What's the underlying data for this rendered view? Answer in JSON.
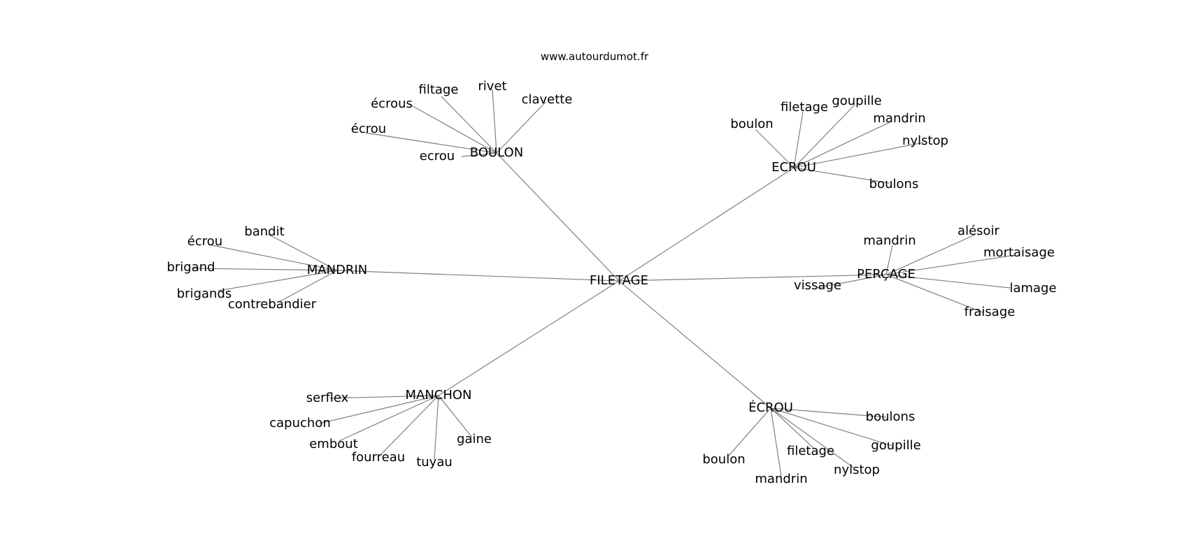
{
  "source": "www.autourdumot.fr",
  "root": "FILETAGE",
  "groups": [
    {
      "hub": "BOULON",
      "leaves": [
        "écrous",
        "filtage",
        "rivet",
        "clavette",
        "écrou",
        "ecrou"
      ]
    },
    {
      "hub": "ECROU",
      "leaves": [
        "boulon",
        "filetage",
        "goupille",
        "mandrin",
        "nylstop",
        "boulons"
      ]
    },
    {
      "hub": "MANDRIN",
      "leaves": [
        "bandit",
        "écrou",
        "brigand",
        "brigands",
        "contrebandier"
      ]
    },
    {
      "hub": "PERÇAGE",
      "leaves": [
        "mandrin",
        "alésoir",
        "mortaisage",
        "vissage",
        "lamage",
        "fraisage"
      ]
    },
    {
      "hub": "MANCHON",
      "leaves": [
        "serflex",
        "capuchon",
        "embout",
        "fourreau",
        "tuyau",
        "gaine"
      ]
    },
    {
      "hub": "ÉCROU",
      "leaves": [
        "boulons",
        "goupille",
        "filetage",
        "nylstop",
        "boulon",
        "mandrin"
      ]
    }
  ]
}
